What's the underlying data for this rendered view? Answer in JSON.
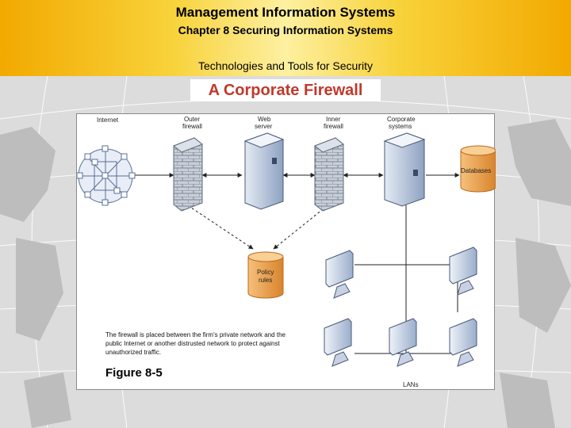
{
  "header": {
    "title": "Management Information Systems",
    "chapter": "Chapter 8 Securing Information Systems",
    "section": "Technologies and Tools for Security"
  },
  "slide_title": "A Corporate Firewall",
  "figure": {
    "labels": {
      "internet": "Internet",
      "outer_firewall_1": "Outer",
      "outer_firewall_2": "firewall",
      "web_server_1": "Web",
      "web_server_2": "server",
      "inner_firewall_1": "Inner",
      "inner_firewall_2": "firewall",
      "corporate_1": "Corporate",
      "corporate_2": "systems",
      "databases": "Databases",
      "policy_1": "Policy",
      "policy_2": "rules",
      "lans": "LANs"
    },
    "caption": "The firewall is placed between the firm's private network and the public Internet or another distrusted network to protect against unauthorized traffic.",
    "figure_number": "Figure 8-5"
  },
  "colors": {
    "title_red": "#c0392b",
    "header_gold": "#f2a900",
    "database_orange": "#e89a45",
    "server_blue": "#9fb2d0"
  }
}
